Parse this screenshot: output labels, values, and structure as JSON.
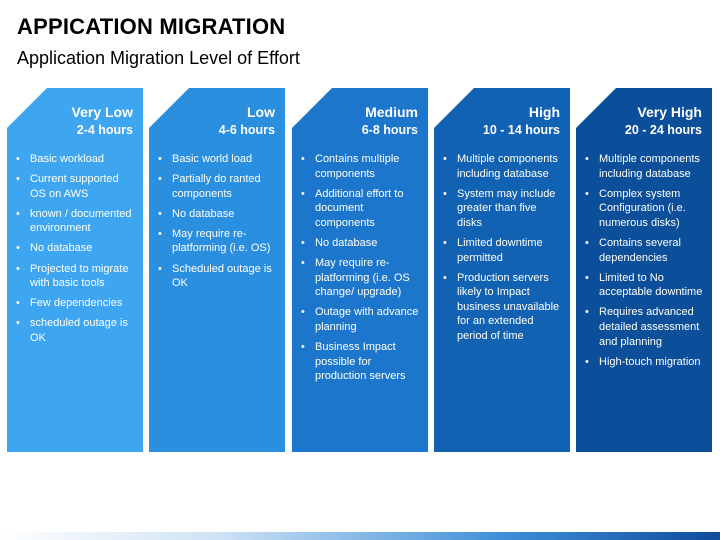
{
  "title": "APPICATION MIGRATION",
  "subtitle": "Application Migration Level of Effort",
  "columns": [
    {
      "level": "Very Low",
      "hours": "2-4 hours",
      "color": "#3ea6f0",
      "tab_color": "#1f86d6",
      "items": [
        "Basic workload",
        "Current supported OS on AWS",
        "known / documented environment",
        "No database",
        "Projected to migrate with basic tools",
        "Few dependencies",
        "scheduled outage is OK"
      ]
    },
    {
      "level": "Low",
      "hours": "4-6 hours",
      "color": "#2b8fe0",
      "tab_color": "#1670c4",
      "items": [
        "Basic world load",
        "Partially do ranted components",
        "No database",
        "May require re-platforming (i.e. OS)",
        "Scheduled outage is OK"
      ]
    },
    {
      "level": "Medium",
      "hours": "6-8 hours",
      "color": "#1c77cc",
      "tab_color": "#0f5aaa",
      "items": [
        "Contains multiple components",
        "Additional effort  to  document components",
        "No database",
        "May require re-platforming (i.e. OS change/ upgrade)",
        "Outage with advance planning",
        "Business Impact possible for production servers"
      ]
    },
    {
      "level": "High",
      "hours": "10 - 14 hours",
      "color": "#1262b3",
      "tab_color": "#0a4792",
      "items": [
        "Multiple components including database",
        "System may include greater than five disks",
        "Limited downtime permitted",
        "Production servers likely to Impact business unavailable for an extended period of time"
      ]
    },
    {
      "level": "Very High",
      "hours": "20 - 24 hours",
      "color": "#0b4f9a",
      "tab_color": "#063878",
      "items": [
        "Multiple components including database",
        "Complex system Configuration (i.e. numerous disks)",
        "Contains several dependencies",
        "Limited to No acceptable downtime",
        "Requires advanced detailed assessment and planning",
        "High-touch migration"
      ]
    }
  ]
}
